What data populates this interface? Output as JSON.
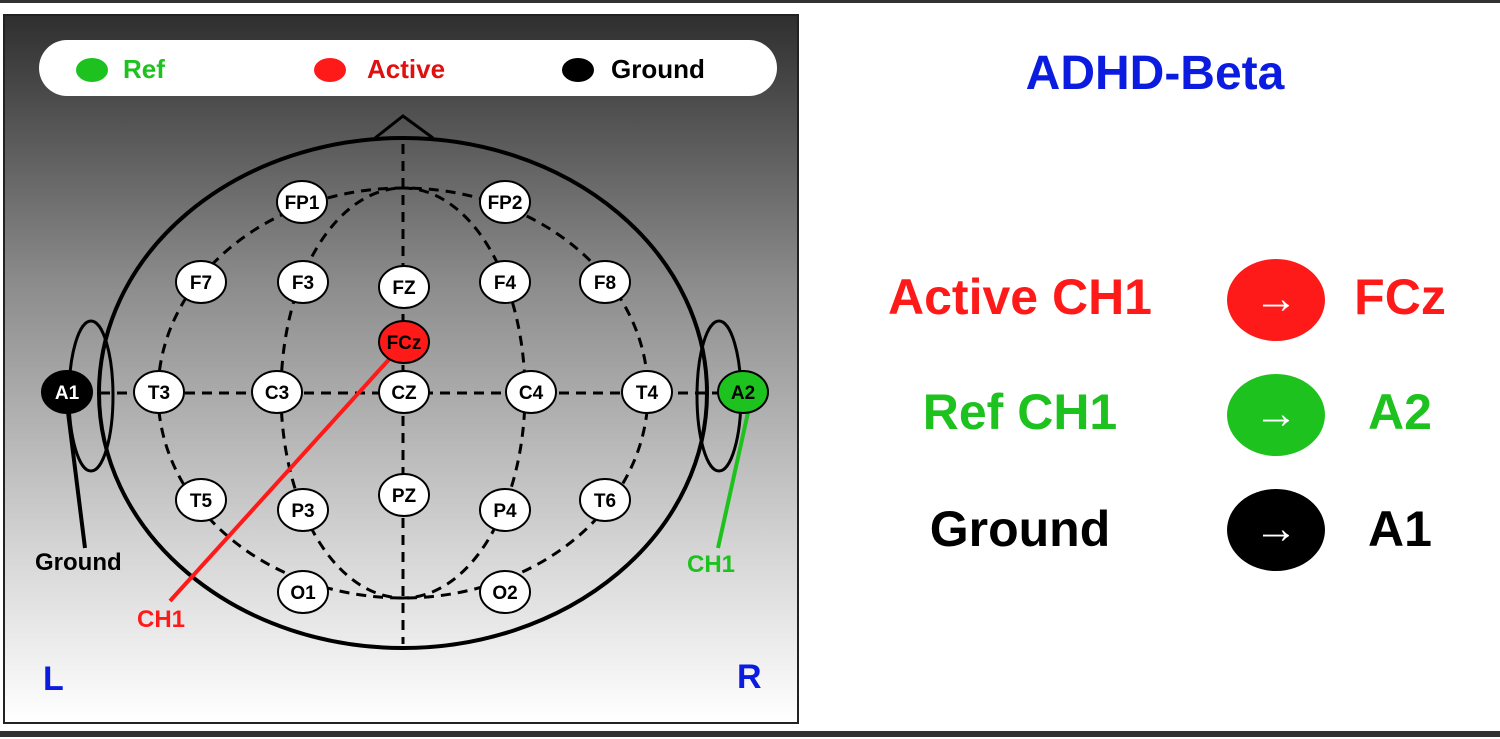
{
  "legend": {
    "ref_label": "Ref",
    "active_label": "Active",
    "ground_label": "Ground"
  },
  "colors": {
    "ref": "#1ec21e",
    "active": "#ff1a1a",
    "ground": "#000000",
    "title": "#0b1ce0"
  },
  "head": {
    "electrodes": [
      {
        "label": "FP1",
        "type": "normal"
      },
      {
        "label": "FP2",
        "type": "normal"
      },
      {
        "label": "F7",
        "type": "normal"
      },
      {
        "label": "F3",
        "type": "normal"
      },
      {
        "label": "FZ",
        "type": "normal"
      },
      {
        "label": "F4",
        "type": "normal"
      },
      {
        "label": "F8",
        "type": "normal"
      },
      {
        "label": "FCz",
        "type": "active"
      },
      {
        "label": "A1",
        "type": "ground"
      },
      {
        "label": "T3",
        "type": "normal"
      },
      {
        "label": "C3",
        "type": "normal"
      },
      {
        "label": "CZ",
        "type": "normal"
      },
      {
        "label": "C4",
        "type": "normal"
      },
      {
        "label": "T4",
        "type": "normal"
      },
      {
        "label": "A2",
        "type": "ref"
      },
      {
        "label": "T5",
        "type": "normal"
      },
      {
        "label": "P3",
        "type": "normal"
      },
      {
        "label": "PZ",
        "type": "normal"
      },
      {
        "label": "P4",
        "type": "normal"
      },
      {
        "label": "T6",
        "type": "normal"
      },
      {
        "label": "O1",
        "type": "normal"
      },
      {
        "label": "O2",
        "type": "normal"
      }
    ],
    "ground_caption": "Ground",
    "active_caption": "CH1",
    "ref_caption": "CH1",
    "left_side": "L",
    "right_side": "R"
  },
  "title": "ADHD-Beta",
  "montage": {
    "active": {
      "label": "Active CH1",
      "arrow": "→",
      "value": "FCz"
    },
    "ref": {
      "label": "Ref CH1",
      "arrow": "→",
      "value": "A2"
    },
    "ground": {
      "label": "Ground",
      "arrow": "→",
      "value": "A1"
    }
  }
}
